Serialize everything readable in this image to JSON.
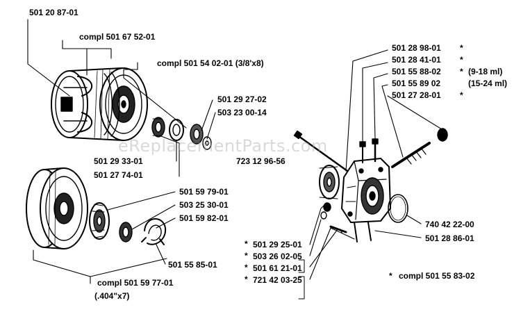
{
  "watermark": "eReplacementParts.com",
  "labels": {
    "p1": "501 20 87-01",
    "p2": "compl 501 67 52-01",
    "p3": "compl 501 54 02-01 (3/8'x8)",
    "p4": "501 29 27-02",
    "p5": "503 23 00-14",
    "p6": "501 29 33-01",
    "p7": "501 27 74-01",
    "p8": "723 12 96-56",
    "p9": "501 59 79-01",
    "p10": "503 25 30-01",
    "p11": "501 59 82-01",
    "p12": "501 55 85-01",
    "p13": "compl 501 59 77-01",
    "p14": "(.404\"x7)",
    "p15": "501 28 98-01",
    "p16": "501 28 41-01",
    "p17": "501 55 88-02",
    "p18": "(9-18 ml)",
    "p19": "501 55 89 02",
    "p20": "(15-24 ml)",
    "p21": "501 27 28-01",
    "p22": "740 42 22-00",
    "p23": "501 28 86-01",
    "p24": "501 29 25-01",
    "p25": "503 26 02-05",
    "p26": "501 61 21-01",
    "p27": "721 42 03-25",
    "p28": "compl 501 55 83-02"
  },
  "marks": {
    "star": "*"
  }
}
